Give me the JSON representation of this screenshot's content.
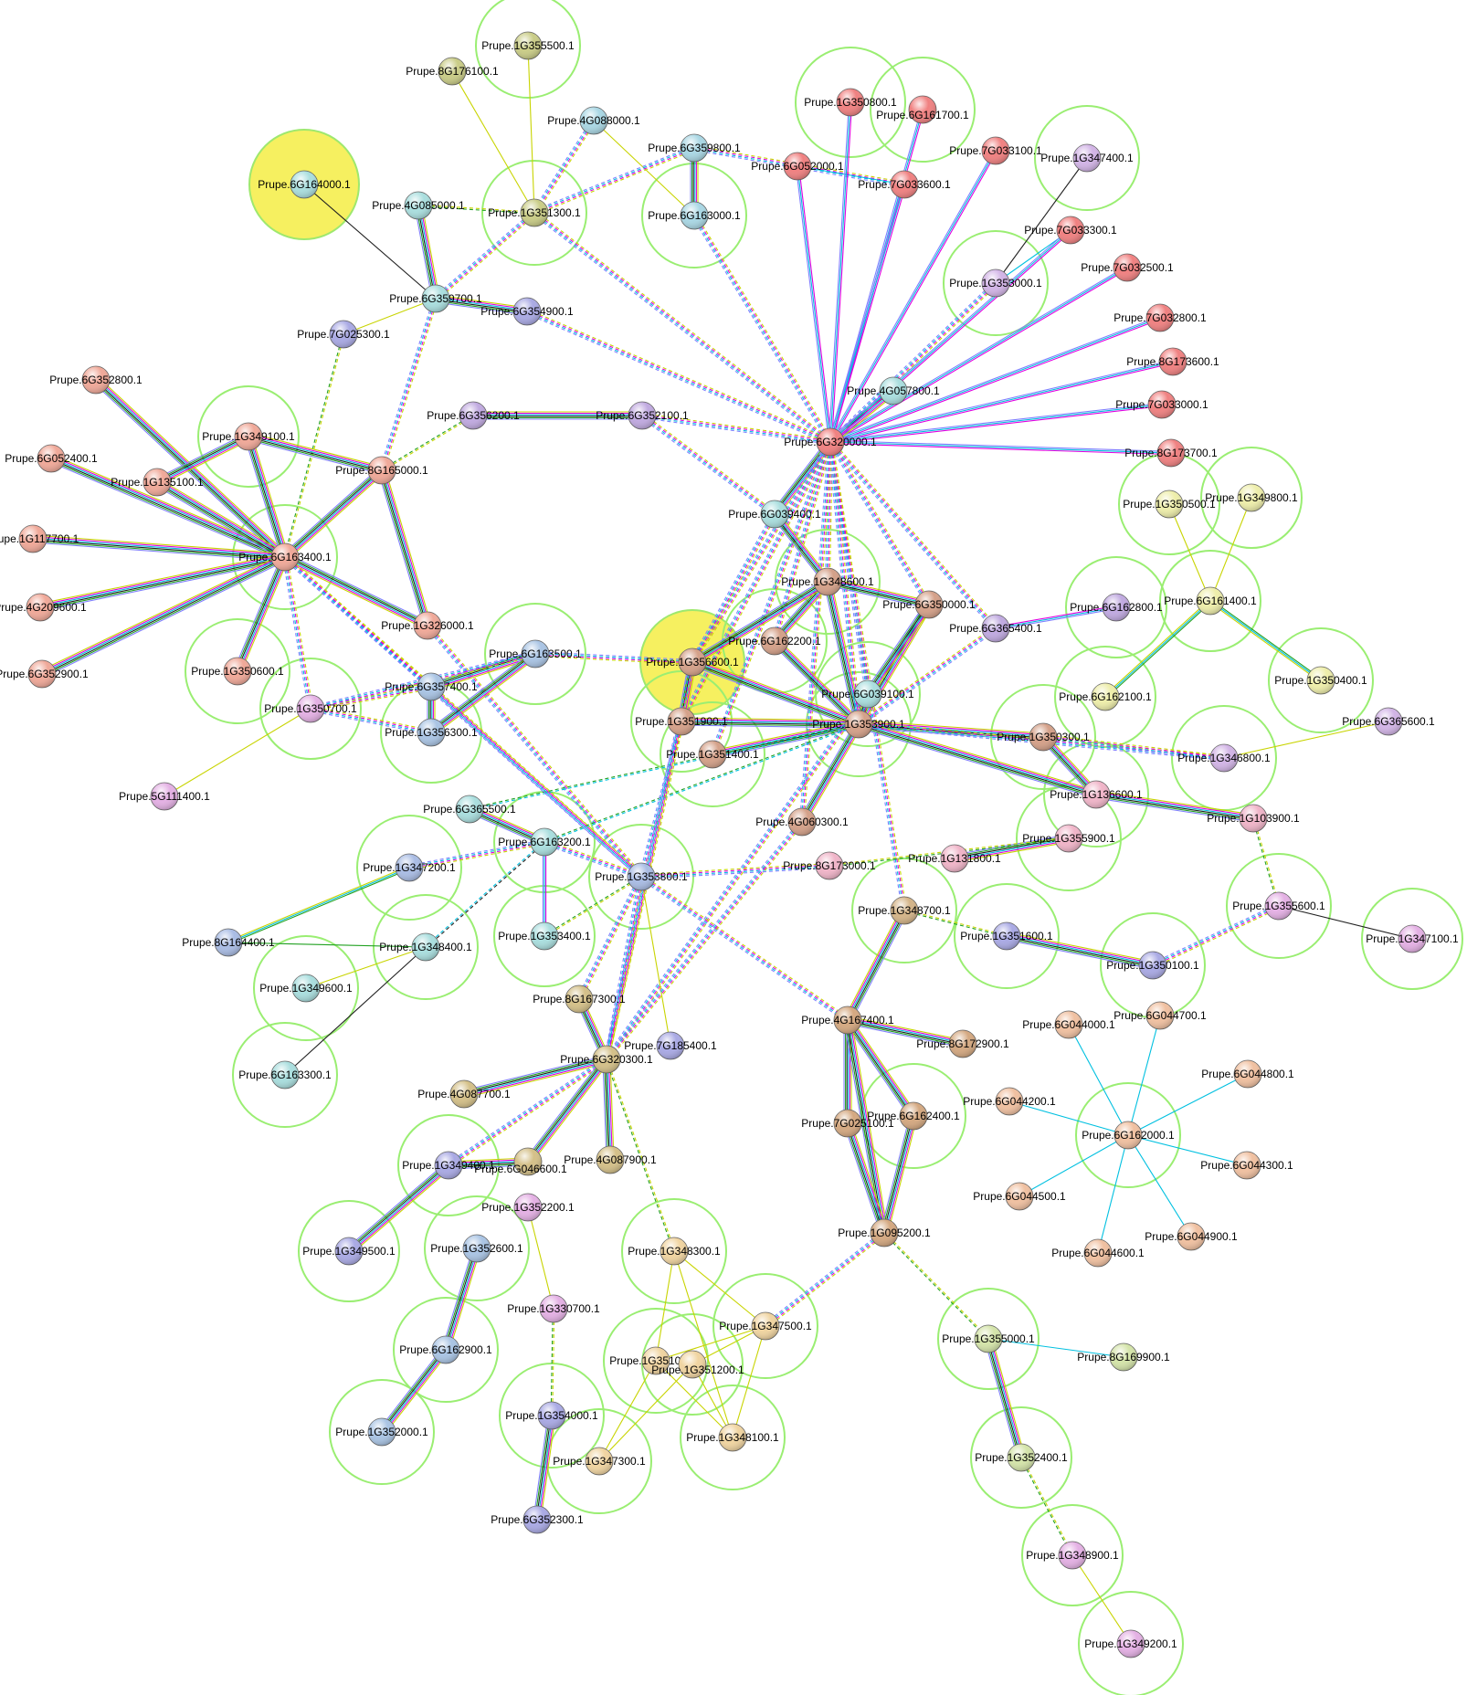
{
  "nodes": [
    {
      "id": "Prupe.1G355500.1",
      "color": "#c9cc86"
    },
    {
      "id": "Prupe.8G176100.1",
      "color": "#c9cc86"
    },
    {
      "id": "Prupe.4G088000.1",
      "color": "#a9d7e4"
    },
    {
      "id": "Prupe.6G359800.1",
      "color": "#a9d7e4"
    },
    {
      "id": "Prupe.6G164000.1",
      "color": "#a9dede"
    },
    {
      "id": "Prupe.4G085000.1",
      "color": "#a9dede"
    },
    {
      "id": "Prupe.1G351300.1",
      "color": "#c9cc86"
    },
    {
      "id": "Prupe.6G163000.1",
      "color": "#a9d7e4"
    },
    {
      "id": "Prupe.6G052000.1",
      "color": "#f08080"
    },
    {
      "id": "Prupe.1G350800.1",
      "color": "#f08080"
    },
    {
      "id": "Prupe.6G161700.1",
      "color": "#f08080"
    },
    {
      "id": "Prupe.7G033600.1",
      "color": "#f08080"
    },
    {
      "id": "Prupe.7G033100.1",
      "color": "#f08080"
    },
    {
      "id": "Prupe.1G347400.1",
      "color": "#d2b4e6"
    },
    {
      "id": "Prupe.7G033300.1",
      "color": "#f08080"
    },
    {
      "id": "Prupe.1G353000.1",
      "color": "#d2b4e6"
    },
    {
      "id": "Prupe.7G032500.1",
      "color": "#f08080"
    },
    {
      "id": "Prupe.7G032800.1",
      "color": "#f08080"
    },
    {
      "id": "Prupe.8G173600.1",
      "color": "#f08080"
    },
    {
      "id": "Prupe.4G057800.1",
      "color": "#a9dede"
    },
    {
      "id": "Prupe.7G033000.1",
      "color": "#f08080"
    },
    {
      "id": "Prupe.8G173700.1",
      "color": "#f08080"
    },
    {
      "id": "Prupe.6G320000.1",
      "color": "#f08080"
    },
    {
      "id": "Prupe.6G359700.1",
      "color": "#a9dede"
    },
    {
      "id": "Prupe.6G354900.1",
      "color": "#a9a9e4"
    },
    {
      "id": "Prupe.7G025300.1",
      "color": "#a9a9e4"
    },
    {
      "id": "Prupe.6G352800.1",
      "color": "#f0a898"
    },
    {
      "id": "Prupe.1G349100.1",
      "color": "#f0a898"
    },
    {
      "id": "Prupe.6G356200.1",
      "color": "#c0a9e0"
    },
    {
      "id": "Prupe.6G352100.1",
      "color": "#c0a9e0"
    },
    {
      "id": "Prupe.6G052400.1",
      "color": "#f0a898"
    },
    {
      "id": "Prupe.1G135100.1",
      "color": "#f0a898"
    },
    {
      "id": "Prupe.8G165000.1",
      "color": "#f0a898"
    },
    {
      "id": "Prupe.6G039400.1",
      "color": "#a9dede"
    },
    {
      "id": "Prupe.1G117700.1",
      "color": "#f0a898"
    },
    {
      "id": "Prupe.6G163400.1",
      "color": "#f0a898"
    },
    {
      "id": "Prupe.1G350500.1",
      "color": "#eeeeaa"
    },
    {
      "id": "Prupe.1G349800.1",
      "color": "#eeeeaa"
    },
    {
      "id": "Prupe.1G348600.1",
      "color": "#d4a088"
    },
    {
      "id": "Prupe.4G209600.1",
      "color": "#f0a898"
    },
    {
      "id": "Prupe.1G326000.1",
      "color": "#f0a898"
    },
    {
      "id": "Prupe.6G350000.1",
      "color": "#d4a088"
    },
    {
      "id": "Prupe.6G161400.1",
      "color": "#eeeeaa"
    },
    {
      "id": "Prupe.6G162800.1",
      "color": "#c0a9e0"
    },
    {
      "id": "Prupe.6G365400.1",
      "color": "#c0a9e0"
    },
    {
      "id": "Prupe.6G352900.1",
      "color": "#f0a898"
    },
    {
      "id": "Prupe.6G163500.1",
      "color": "#a9c4e4"
    },
    {
      "id": "Prupe.1G356600.1",
      "color": "#d4a088"
    },
    {
      "id": "Prupe.6G162200.1",
      "color": "#d4a088"
    },
    {
      "id": "Prupe.1G350600.1",
      "color": "#f0a898"
    },
    {
      "id": "Prupe.6G357400.1",
      "color": "#a9c4e4"
    },
    {
      "id": "Prupe.6G039100.1",
      "color": "#a9dede"
    },
    {
      "id": "Prupe.1G350400.1",
      "color": "#eeeeaa"
    },
    {
      "id": "Prupe.1G350700.1",
      "color": "#e4b0e4"
    },
    {
      "id": "Prupe.6G162100.1",
      "color": "#eeeeaa"
    },
    {
      "id": "Prupe.1G356300.1",
      "color": "#a9c4e4"
    },
    {
      "id": "Prupe.1G351900.1",
      "color": "#d4a088"
    },
    {
      "id": "Prupe.1G353900.1",
      "color": "#d4a088"
    },
    {
      "id": "Prupe.6G365600.1",
      "color": "#d2b4e6"
    },
    {
      "id": "Prupe.1G350300.1",
      "color": "#d4a088"
    },
    {
      "id": "Prupe.1G351400.1",
      "color": "#d4a088"
    },
    {
      "id": "Prupe.1G346800.1",
      "color": "#d2b4e6"
    },
    {
      "id": "Prupe.5G111400.1",
      "color": "#e4b0e4"
    },
    {
      "id": "Prupe.1G136600.1",
      "color": "#f0b4c8"
    },
    {
      "id": "Prupe.6G365500.1",
      "color": "#a9dede"
    },
    {
      "id": "Prupe.4G060300.1",
      "color": "#d4a088"
    },
    {
      "id": "Prupe.1G103900.1",
      "color": "#f0b4c8"
    },
    {
      "id": "Prupe.6G163200.1",
      "color": "#a9dede"
    },
    {
      "id": "Prupe.1G355900.1",
      "color": "#f0b4c8"
    },
    {
      "id": "Prupe.1G131800.1",
      "color": "#f0b4c8"
    },
    {
      "id": "Prupe.8G173000.1",
      "color": "#f0b4c8"
    },
    {
      "id": "Prupe.1G347200.1",
      "color": "#a9bce4"
    },
    {
      "id": "Prupe.1G353800.1",
      "color": "#a9bce4"
    },
    {
      "id": "Prupe.1G348700.1",
      "color": "#d4b488"
    },
    {
      "id": "Prupe.1G355600.1",
      "color": "#e4b0e4"
    },
    {
      "id": "Prupe.1G347100.1",
      "color": "#e4b0e4"
    },
    {
      "id": "Prupe.1G353400.1",
      "color": "#a9dede"
    },
    {
      "id": "Prupe.8G164400.1",
      "color": "#a9bce4"
    },
    {
      "id": "Prupe.1G351600.1",
      "color": "#a9a9e4"
    },
    {
      "id": "Prupe.1G348400.1",
      "color": "#a9dede"
    },
    {
      "id": "Prupe.1G350100.1",
      "color": "#a9a9e4"
    },
    {
      "id": "Prupe.1G349600.1",
      "color": "#a9dede"
    },
    {
      "id": "Prupe.8G167300.1",
      "color": "#d4c088"
    },
    {
      "id": "Prupe.4G167400.1",
      "color": "#d4a880"
    },
    {
      "id": "Prupe.6G044000.1",
      "color": "#f0c0a0"
    },
    {
      "id": "Prupe.6G044700.1",
      "color": "#f0c0a0"
    },
    {
      "id": "Prupe.7G185400.1",
      "color": "#a9a9e4"
    },
    {
      "id": "Prupe.8G172900.1",
      "color": "#d4a880"
    },
    {
      "id": "Prupe.6G163300.1",
      "color": "#a9dede"
    },
    {
      "id": "Prupe.6G320300.1",
      "color": "#d4c088"
    },
    {
      "id": "Prupe.6G044800.1",
      "color": "#f0c0a0"
    },
    {
      "id": "Prupe.4G087700.1",
      "color": "#d4c088"
    },
    {
      "id": "Prupe.6G044200.1",
      "color": "#f0c0a0"
    },
    {
      "id": "Prupe.7G025100.1",
      "color": "#d4a880"
    },
    {
      "id": "Prupe.6G162400.1",
      "color": "#d4a880"
    },
    {
      "id": "Prupe.6G162000.1",
      "color": "#f0c0a0"
    },
    {
      "id": "Prupe.1G349400.1",
      "color": "#a9a9e4"
    },
    {
      "id": "Prupe.6G046600.1",
      "color": "#d4c088"
    },
    {
      "id": "Prupe.4G087900.1",
      "color": "#d4c088"
    },
    {
      "id": "Prupe.6G044300.1",
      "color": "#f0c0a0"
    },
    {
      "id": "Prupe.6G044500.1",
      "color": "#f0c0a0"
    },
    {
      "id": "Prupe.1G352200.1",
      "color": "#e4b0e4"
    },
    {
      "id": "Prupe.1G095200.1",
      "color": "#d4a880"
    },
    {
      "id": "Prupe.6G044900.1",
      "color": "#f0c0a0"
    },
    {
      "id": "Prupe.1G349500.1",
      "color": "#a9a9e4"
    },
    {
      "id": "Prupe.1G352600.1",
      "color": "#a9c4e4"
    },
    {
      "id": "Prupe.1G348300.1",
      "color": "#f0d4a0"
    },
    {
      "id": "Prupe.6G044600.1",
      "color": "#f0c0a0"
    },
    {
      "id": "Prupe.1G330700.1",
      "color": "#e4b0e4"
    },
    {
      "id": "Prupe.1G347500.1",
      "color": "#f0d4a0"
    },
    {
      "id": "Prupe.1G355000.1",
      "color": "#d4e4a9"
    },
    {
      "id": "Prupe.8G169900.1",
      "color": "#d4e4a9"
    },
    {
      "id": "Prupe.6G162900.1",
      "color": "#a9c4e4"
    },
    {
      "id": "Prupe.1G351000.1",
      "color": "#f0d4a0"
    },
    {
      "id": "Prupe.1G351200.1",
      "color": "#f0d4a0"
    },
    {
      "id": "Prupe.1G354000.1",
      "color": "#a9a9e4"
    },
    {
      "id": "Prupe.1G348100.1",
      "color": "#f0d4a0"
    },
    {
      "id": "Prupe.1G352000.1",
      "color": "#a9c4e4"
    },
    {
      "id": "Prupe.1G347300.1",
      "color": "#f0d4a0"
    },
    {
      "id": "Prupe.1G352400.1",
      "color": "#d4e4a9"
    },
    {
      "id": "Prupe.6G352300.1",
      "color": "#a9a9e4"
    },
    {
      "id": "Prupe.1G348900.1",
      "color": "#e4b0e4"
    },
    {
      "id": "Prupe.1G349200.1",
      "color": "#e4b0e4"
    }
  ],
  "edge_colors": {
    "text_mining": "#c8d400",
    "experiments": "#e000e0",
    "databases": "#00c0e0",
    "coexpression": "#202020",
    "neighborhood": "#20a020",
    "homology": "#8080ff"
  }
}
